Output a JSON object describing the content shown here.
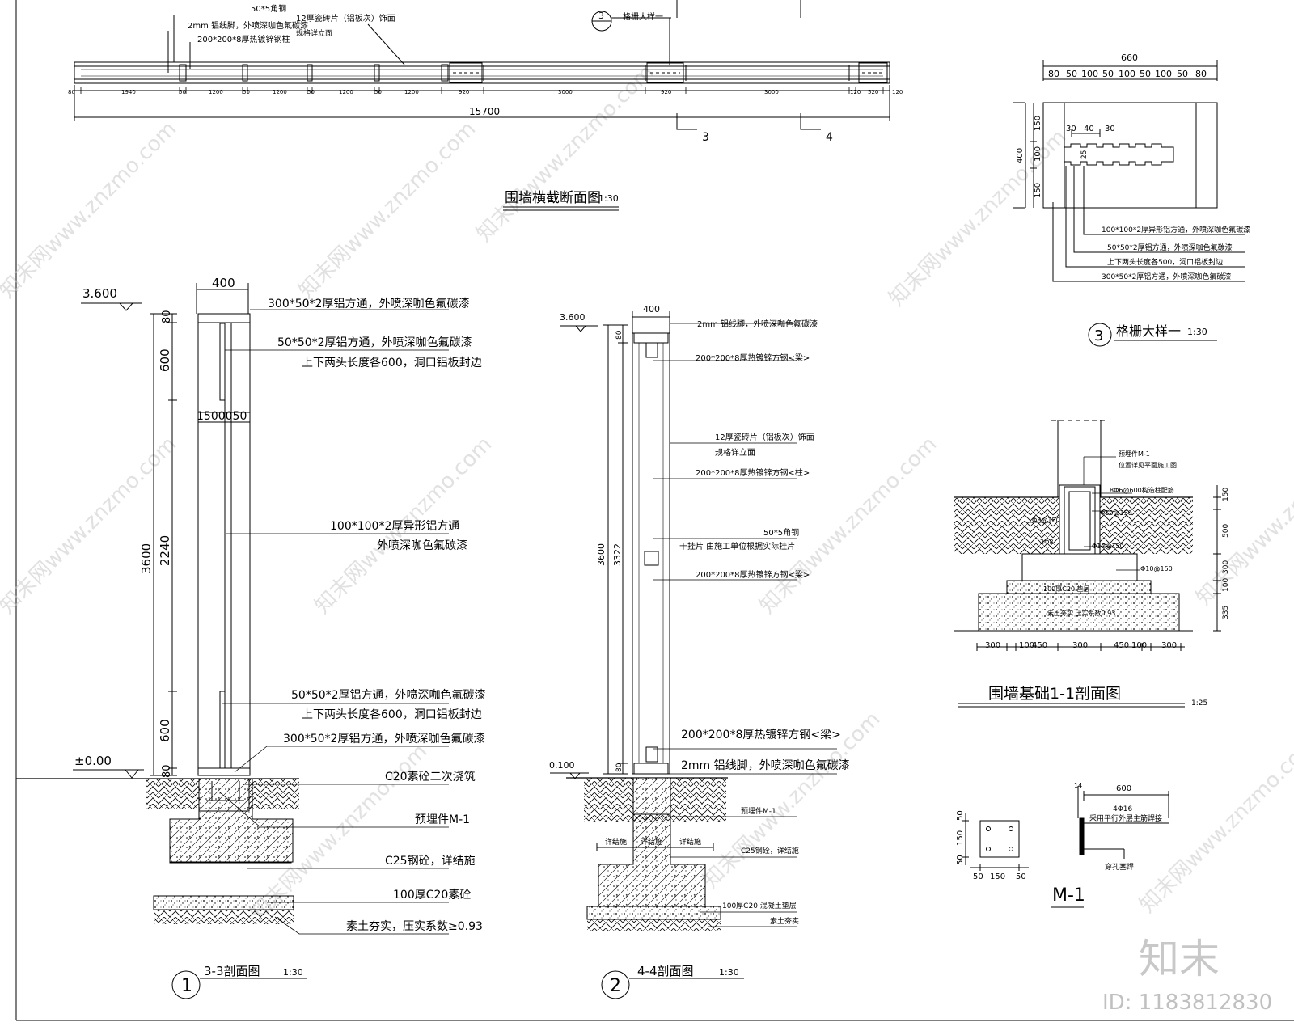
{
  "plan": {
    "title": "围墙横截断面图",
    "scale": "1:30",
    "callouts": [
      "50*5角钢",
      "2mm 铝线脚，外喷深咖色氟碳漆",
      "200*200*8厚热镀锌钢柱",
      "12厚瓷砖片（铝板次）饰面",
      "规格详立面"
    ],
    "detail_tag": "3",
    "detail_tag_note": "格栅大样一",
    "dims": [
      "80",
      "1940",
      "50",
      "1200",
      "50",
      "1200",
      "50",
      "1200",
      "50",
      "1200",
      "920",
      "3000",
      "920",
      "3000",
      "120",
      "520",
      "120"
    ],
    "total": "15700",
    "section_marks": [
      "3",
      "4"
    ]
  },
  "detail3": {
    "title": "格栅大样一",
    "scale": "1:30",
    "number": "3",
    "total": "660",
    "dims_top": [
      "80",
      "50",
      "100",
      "50",
      "100",
      "50",
      "100",
      "50",
      "80"
    ],
    "dims_left": [
      "150",
      "100",
      "150"
    ],
    "dim_left_total": "400",
    "inner_dims": [
      "30",
      "40",
      "30"
    ],
    "inner_v": "25",
    "notes": [
      "100*100*2厚异形铝方通，外喷深咖色氟碳漆",
      "50*50*2厚铝方通，外喷深咖色氟碳漆",
      "上下两头长度各500，洞口铝板封边",
      "300*50*2厚铝方通，外喷深咖色氟碳漆"
    ]
  },
  "sec1": {
    "title": "3-3剖面图",
    "scale": "1:30",
    "number": "1",
    "width": "400",
    "elev_top": "3.600",
    "elev_zero": "±0.00",
    "dim_total": "3600",
    "dims_v": [
      "80",
      "600",
      "2240",
      "600",
      "80"
    ],
    "inner_dim": "1500050",
    "notes": [
      "300*50*2厚铝方通，外喷深咖色氟碳漆",
      "50*50*2厚铝方通，外喷深咖色氟碳漆",
      "上下两头长度各600，洞口铝板封边",
      "100*100*2厚异形铝方通",
      "外喷深咖色氟碳漆",
      "50*50*2厚铝方通，外喷深咖色氟碳漆",
      "上下两头长度各600，洞口铝板封边",
      "300*50*2厚铝方通，外喷深咖色氟碳漆",
      "C20素砼二次浇筑",
      "预埋件M-1",
      "C25钢砼，详结施",
      "100厚C20素砼",
      "素土夯实，压实系数≥0.93"
    ]
  },
  "sec2": {
    "title": "4-4剖面图",
    "scale": "1:30",
    "number": "2",
    "width": "400",
    "elev_top": "3.600",
    "elev_bot": "0.100",
    "dim_total": "3600",
    "dim_inner": "3322",
    "dims_v": [
      "80",
      "80"
    ],
    "notes": [
      "2mm 铝线脚，外喷深咖色氟碳漆",
      "200*200*8厚热镀锌方钢<梁>",
      "12厚瓷砖片（铝板次）饰面",
      "规格详立面",
      "200*200*8厚热镀锌方钢<柱>",
      "50*5角钢",
      "干挂片 由施工单位根据实际挂片",
      "200*200*8厚热镀锌方钢<梁>",
      "200*200*8厚热镀锌方钢<梁>",
      "2mm 铝线脚，外喷深咖色氟碳漆",
      "预埋件M-1",
      "C25钢砼，详结施",
      "100厚C20 混凝土垫层",
      "素土夯实"
    ],
    "foot_labels": [
      "详结施",
      "详结施",
      "详结施"
    ]
  },
  "found": {
    "title": "围墙基础1-1剖面图",
    "scale": "1:25",
    "notes": [
      "预埋件M-1",
      "位置详见平面施工图",
      "8Φ6@600构造柱配筋",
      "Φ8@150",
      "Φ10@150",
      "Φ12@150",
      "Φ10@150",
      "2Φ8"
    ],
    "dims_bottom": [
      "300",
      "100",
      "450",
      "300",
      "450",
      "100",
      "300"
    ],
    "dims_right": [
      "150",
      "500",
      "300",
      "100",
      "335"
    ],
    "layer_labels": [
      "100厚C20 垫层",
      "素土夯实 压实系数0.93"
    ]
  },
  "m1": {
    "title": "M-1",
    "dims_left": [
      "50",
      "150",
      "50"
    ],
    "dims_bottom": [
      "50",
      "150",
      "50"
    ],
    "dim_top": "600",
    "dim_top_small": "14",
    "notes": [
      "4Φ16",
      "采用平行外层主筋焊接",
      "穿孔塞焊"
    ]
  },
  "brand": {
    "logo": "知末",
    "id_text": "ID: 1183812830",
    "watermark": "知末网www.znzmo.com"
  }
}
